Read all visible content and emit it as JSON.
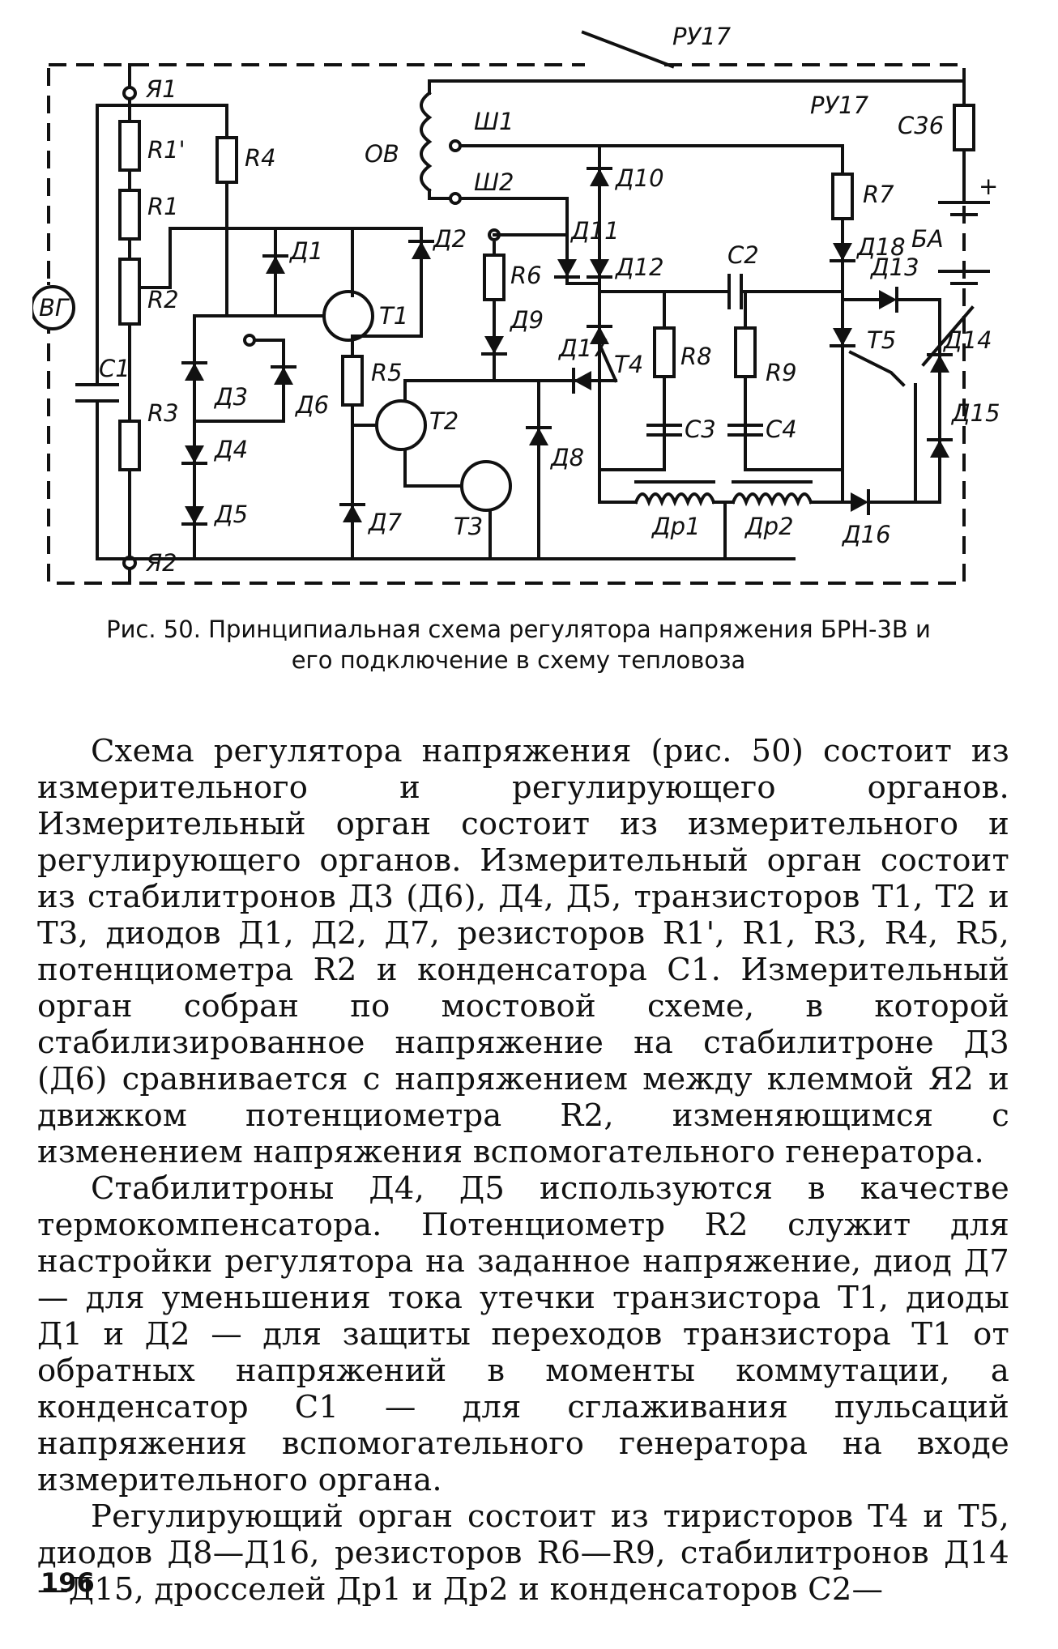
{
  "figure": {
    "labels": {
      "RU17_top": "РУ17",
      "RU17": "РУ17",
      "YA1": "Я1",
      "YA2": "Я2",
      "R1p": "R1'",
      "R1": "R1",
      "R2": "R2",
      "R3": "R3",
      "R4": "R4",
      "R5": "R5",
      "R6": "R6",
      "R7": "R7",
      "R8": "R8",
      "R9": "R9",
      "C1": "C1",
      "C2": "C2",
      "C3": "C3",
      "C4": "C4",
      "C36": "С36",
      "VG": "ВГ",
      "OV": "ОВ",
      "SH1": "Ш1",
      "SH2": "Ш2",
      "D1": "Д1",
      "D2": "Д2",
      "D3": "Д3",
      "D4": "Д4",
      "D5": "Д5",
      "D6": "Д6",
      "D7": "Д7",
      "D8": "Д8",
      "D9": "Д9",
      "D10": "Д10",
      "D11": "Д11",
      "D12": "Д12",
      "D13": "Д13",
      "D14": "Д14",
      "D15": "Д15",
      "D16": "Д16",
      "D17": "Д17",
      "D18": "Д18",
      "T1": "T1",
      "T2": "T2",
      "T3": "T3",
      "T4": "T4",
      "T5": "T5",
      "DR1": "Др1",
      "DR2": "Др2",
      "BA": "БА",
      "plus": "+"
    }
  },
  "caption": {
    "fig_label": "Рис. 50.",
    "text_line1": "Принципиальная схема регулятора напряжения БРН-3В и",
    "text_line2": "его подключение в схему тепловоза"
  },
  "body": {
    "paragraph1": "Схема регулятора напряжения (рис. 50) состоит из измерительного и регулирующего органов. Измерительный орган состоит из измерительного и регулирующего органов. Измерительный орган состоит из стабилитронов Д3 (Д6), Д4, Д5, транзисторов Т1, Т2 и Т3, диодов Д1, Д2, Д7, резисторов R1', R1, R3, R4, R5, потенциометра R2 и конденсатора С1. Измерительный орган собран по мостовой схеме, в которой стабилизированное напряжение на стабилитроне Д3 (Д6) сравнивается с напряжением между клеммой Я2 и движком потенциометра R2, изменяющимся с изменением напряжения вспомогательного генератора.",
    "paragraph2": "Стабилитроны Д4, Д5 используются в качестве термокомпенсатора. Потенциометр R2 служит для настройки регулятора на заданное напряжение, диод Д7 — для уменьшения тока утечки транзистора Т1, диоды Д1 и Д2 — для защиты переходов транзистора Т1 от обратных напряжений в моменты коммутации, а конденсатор С1 — для сглаживания пульсаций напряжения вспомогательного генератора на входе измерительного органа.",
    "paragraph3": "Регулирующий орган состоит из тиристоров Т4 и Т5, диодов Д8—Д16, резисторов R6—R9, стабилитронов Д14—Д15, дросселей Др1 и Др2 и конденсаторов С2—"
  },
  "page_number": "196"
}
